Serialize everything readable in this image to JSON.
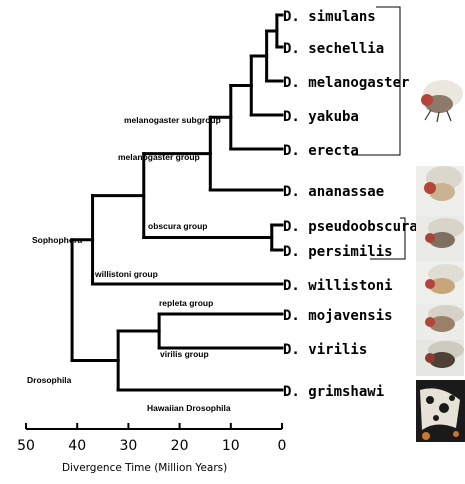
{
  "species": [
    {
      "id": "simulans",
      "label": "D. simulans"
    },
    {
      "id": "sechellia",
      "label": "D. sechellia"
    },
    {
      "id": "melanogaster",
      "label": "D. melanogaster"
    },
    {
      "id": "yakuba",
      "label": "D. yakuba"
    },
    {
      "id": "erecta",
      "label": "D. erecta"
    },
    {
      "id": "ananassae",
      "label": "D. ananassae"
    },
    {
      "id": "pseudoobscura",
      "label": "D. pseudoobscura"
    },
    {
      "id": "persimilis",
      "label": "D. persimilis"
    },
    {
      "id": "willistoni",
      "label": "D. willistoni"
    },
    {
      "id": "mojavensis",
      "label": "D. mojavensis"
    },
    {
      "id": "virilis",
      "label": "D. virilis"
    },
    {
      "id": "grimshawi",
      "label": "D. grimshawi"
    }
  ],
  "clades": {
    "melanogaster_subgroup": "melanogaster subgroup",
    "melanogaster_group": "melanogaster group",
    "obscura_group": "obscura group",
    "sophophora": "Sophophora",
    "willistoni_group": "willistoni group",
    "repleta_group": "repleta group",
    "virilis_group": "virilis group",
    "drosophila": "Drosophila",
    "hawaiian_drosophila": "Hawaiian Drosophila"
  },
  "axis": {
    "label": "Divergence Time  (Million Years)",
    "ticks": [
      "50",
      "40",
      "30",
      "20",
      "10",
      "0"
    ],
    "range_my": [
      50,
      0
    ]
  },
  "node_ages_my": {
    "sim_sech": 1,
    "sim_mel": 3,
    "mel_yak": 6,
    "mel_erecta": 10,
    "mel_anan": 14,
    "pse_per": 2,
    "melano_obscura": 27,
    "sophophora_root": 37,
    "rep_vir": 24,
    "drosophila_sub": 32,
    "root": 41
  },
  "fly_images": [
    "melanogaster-fly",
    "ananassae-fly",
    "pseudoobscura-fly",
    "willistoni-fly",
    "mojavensis-fly",
    "virilis-fly",
    "grimshawi-fly"
  ],
  "colors": {
    "branch": "#000000",
    "fly_body": "#9a8a7a",
    "fly_eye": "#b3443a",
    "grimshawi_wing": "#e7e2d8"
  }
}
